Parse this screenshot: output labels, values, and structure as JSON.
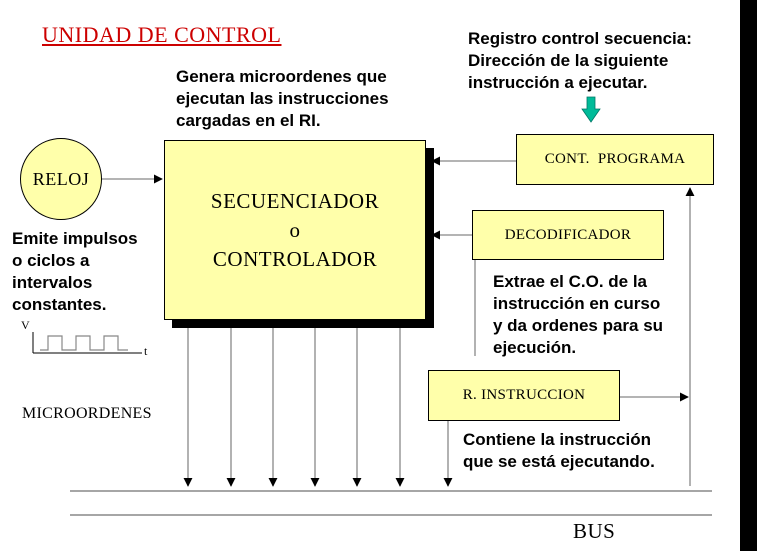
{
  "title": "UNIDAD DE CONTROL",
  "notes": {
    "registro": "Registro control secuencia:\nDirección de la siguiente\ninstrucción a ejecutar.",
    "genera": "Genera microordenes que\nejecutan las instrucciones\ncargadas en el RI.",
    "emite": "Emite impulsos\no ciclos a\nintervalos\nconstantes.",
    "extrae": "Extrae el C.O. de la\ninstrucción en curso\ny da ordenes para su\nejecución.",
    "contiene": "Contiene la instrucción\nque se está ejecutando."
  },
  "blocks": {
    "secuenciador": [
      "SECUENCIADOR",
      "o",
      "CONTROLADOR"
    ],
    "cont_programa": "CONT.  PROGRAMA",
    "decodificador": "DECODIFICADOR",
    "r_instruccion": "R. INSTRUCCION",
    "reloj": "RELOJ"
  },
  "signal_axis": {
    "v": "V",
    "t": "t"
  },
  "labels": {
    "microordenes": "MICROORDENES",
    "bus": "BUS"
  },
  "colors": {
    "block_fill": "#ffffaa",
    "title": "#cc0000",
    "indicator_arrow": "#00bb99",
    "line_gray": "#888888"
  },
  "icons": {
    "indicator": "down-arrow-icon"
  }
}
